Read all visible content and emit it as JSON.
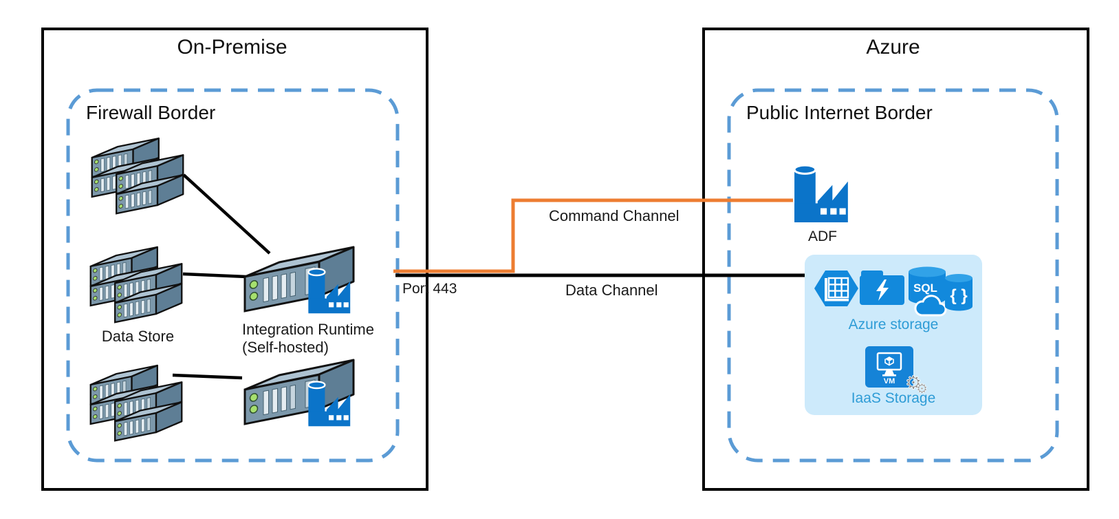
{
  "on_premise": {
    "title": "On-Premise",
    "firewall_label": "Firewall Border",
    "data_store_label": "Data Store",
    "ir_label_line1": "Integration Runtime",
    "ir_label_line2": "(Self-hosted)"
  },
  "azure": {
    "title": "Azure",
    "border_label": "Public Internet Border",
    "adf_label": "ADF",
    "storage_panel": {
      "azure_storage_label": "Azure storage",
      "iaas_storage_label": "IaaS Storage",
      "vm_badge": "VM",
      "sql_badge": "SQL",
      "json_badge": "{ }"
    }
  },
  "connections": {
    "command_channel_label": "Command Channel",
    "data_channel_label": "Data Channel",
    "port_label": "Port 443"
  },
  "colors": {
    "dashed_border_blue": "#5B9BD5",
    "command_channel_orange": "#ED7D31",
    "data_channel_black": "#000000",
    "azure_icon_blue": "#1289DC",
    "adf_factory_blue": "#0B74C9",
    "storage_panel_background": "#CDEAFB",
    "azure_label_blue": "#2E9CD6",
    "server_gray_blue": "#7C98AB"
  }
}
